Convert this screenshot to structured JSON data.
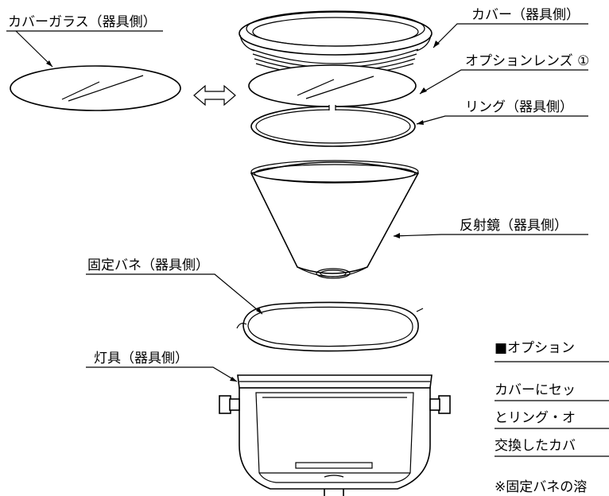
{
  "labels": {
    "cover_glass": "カバーガラス（器具側）",
    "cover": "カバー（器具側）",
    "option_lens": "オプションレンズ ①",
    "ring": "リング（器具側）",
    "reflector": "反射鏡（器具側）",
    "fixing_spring": "固定バネ（器具側）",
    "fixture": "灯具（器具側）"
  },
  "note": {
    "heading": "■オプション",
    "line1": "カバーにセッ",
    "line2": "とリング・オ",
    "line3": "交換したカバ",
    "footnote": "※固定バネの溶"
  }
}
